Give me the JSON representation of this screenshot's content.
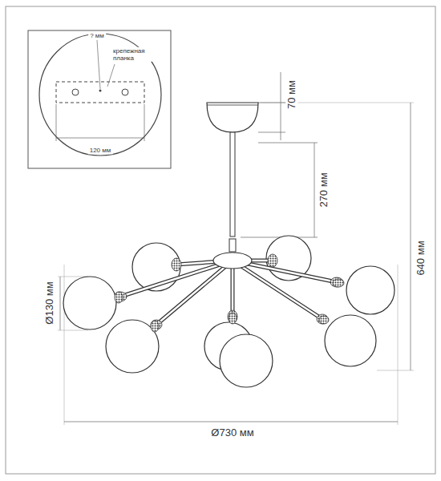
{
  "diagram": {
    "labels": [
      "? мм",
      "крепежная планка",
      "120 мм",
      "70 мм",
      "270 мм",
      "640 мм",
      "Ø130 мм",
      "Ø730 мм"
    ]
  }
}
